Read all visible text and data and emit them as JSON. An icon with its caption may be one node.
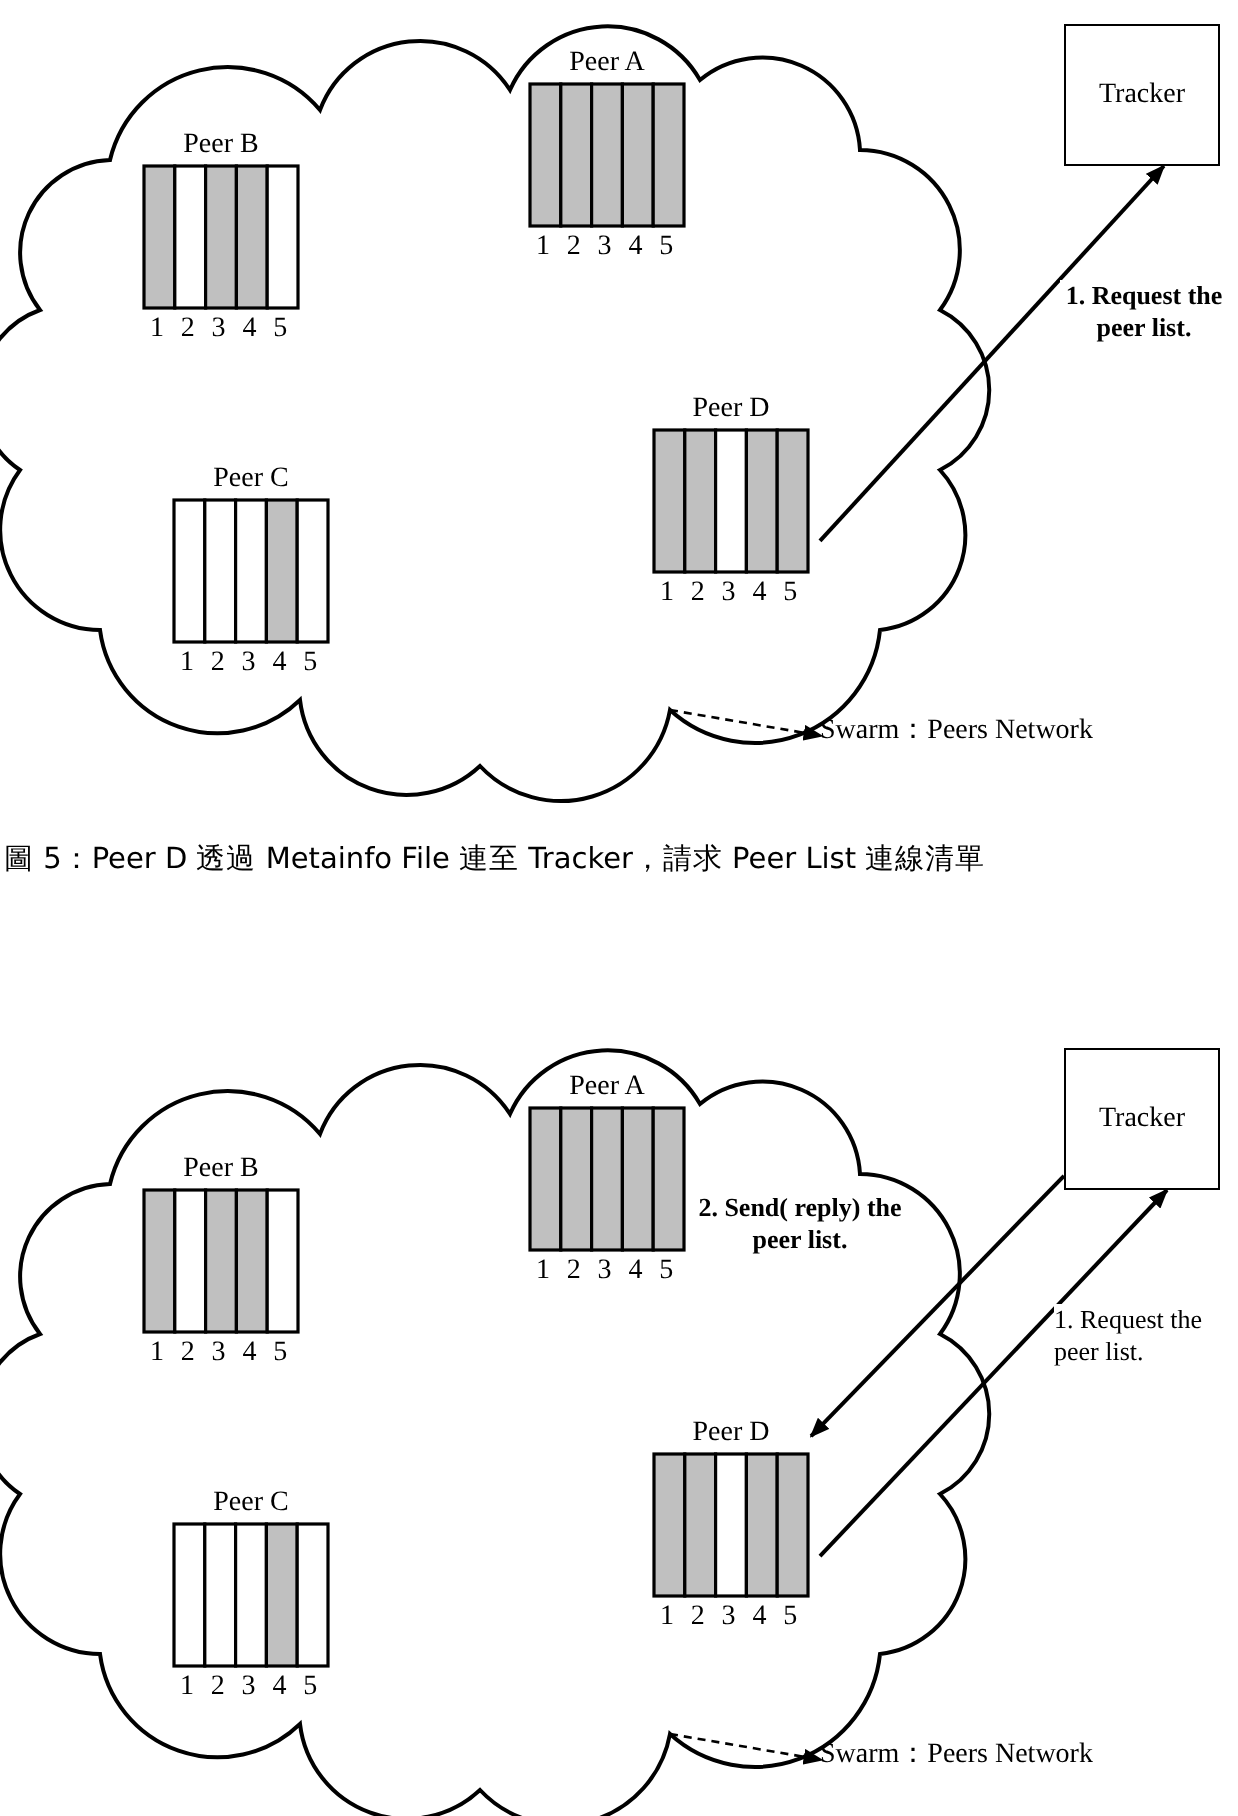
{
  "diagram": {
    "caption": "圖 5：Peer D 透過 Metainfo File 連至 Tracker，請求 Peer List 連線清單",
    "nodes": [
      {
        "text": [],
        "shape": "cloud"
      },
      {
        "text": [
          "Peer A"
        ],
        "beside": [
          "1",
          "2",
          "3",
          "4",
          "5"
        ],
        "in": 0
      },
      {
        "text": [
          "Peer B"
        ],
        "beside": [
          "1",
          "2",
          "3",
          "4",
          "5"
        ],
        "in": 0
      },
      {
        "text": [
          "Peer C"
        ],
        "beside": [
          "1",
          "2",
          "3",
          "4",
          "5"
        ],
        "in": 0
      },
      {
        "text": [
          "Peer D"
        ],
        "beside": [
          "1",
          "2",
          "3",
          "4",
          "5"
        ],
        "in": 0
      },
      {
        "text": [
          "Tracker"
        ]
      },
      {
        "text": [
          "Swarm：Peers Network"
        ]
      },
      {
        "text": [],
        "shape": "cloud"
      },
      {
        "text": [
          "Peer A"
        ],
        "beside": [
          "1",
          "2",
          "3",
          "4",
          "5"
        ],
        "in": 7
      },
      {
        "text": [
          "Peer B"
        ],
        "beside": [
          "1",
          "2",
          "3",
          "4",
          "5"
        ],
        "in": 7
      },
      {
        "text": [
          "Peer C"
        ],
        "beside": [
          "1",
          "2",
          "3",
          "4",
          "5"
        ],
        "in": 7
      },
      {
        "text": [
          "Peer D"
        ],
        "beside": [
          "1",
          "2",
          "3",
          "4",
          "5"
        ],
        "in": 7
      },
      {
        "text": [
          "Tracker"
        ]
      },
      {
        "text": [
          "Swarm：Peers Network"
        ]
      }
    ],
    "edges": [
      {
        "from": 4,
        "to": 5,
        "arrow": "to",
        "label": "1. Request the peer list."
      },
      {
        "from": 0,
        "to": 6,
        "arrow": "to",
        "style": "dashed"
      },
      {
        "from": 12,
        "to": 11,
        "arrow": "to",
        "label": "2. Send( reply) the peer list."
      },
      {
        "from": 11,
        "to": 12,
        "arrow": "to",
        "label": "1. Request the peer list."
      },
      {
        "from": 7,
        "to": 13,
        "arrow": "to",
        "style": "dashed"
      }
    ]
  }
}
